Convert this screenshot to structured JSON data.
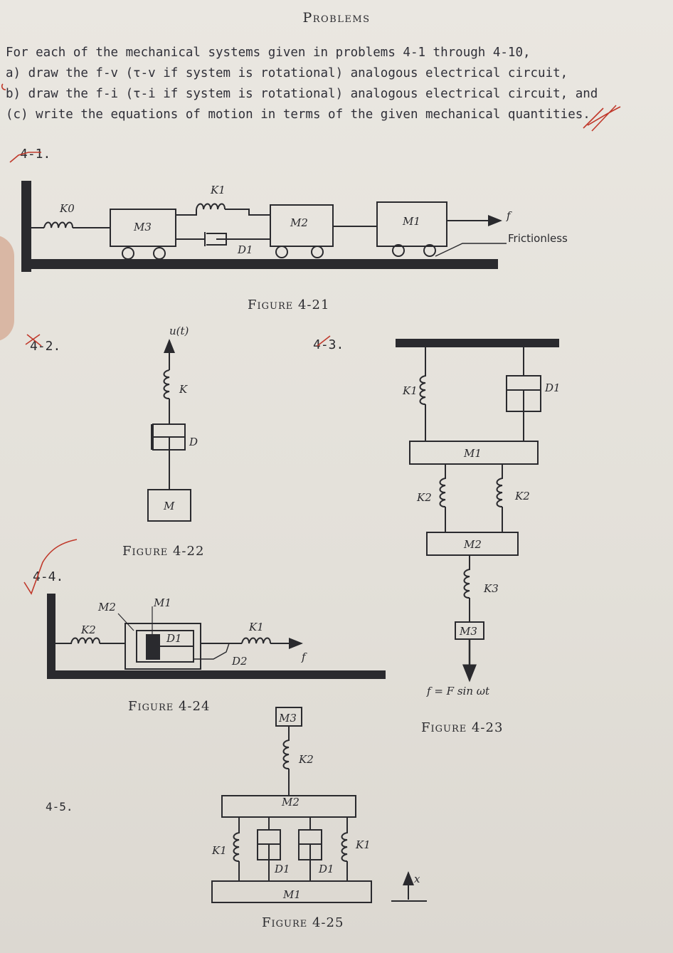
{
  "heading": "Problems",
  "instructions": [
    "For each of the mechanical systems given in problems 4-1 through 4-10,",
    "a) draw the f-v (τ-v if system is rotational) analogous electrical circuit,",
    "b) draw the f-i (τ-i if system is rotational) analogous electrical circuit, and",
    "(c) write the equations of motion in terms of the given mechanical quantities."
  ],
  "problem_labels": [
    "4-1.",
    "4-2.",
    "4-3.",
    "4-4.",
    "4-5."
  ],
  "figures": {
    "fig21": {
      "caption": "Figure 4-21",
      "labels": {
        "k0": "K0",
        "k1": "K1",
        "m3": "M3",
        "m2": "M2",
        "m1": "M1",
        "d1": "D1",
        "f": "f",
        "frictionless": "Frictionless"
      }
    },
    "fig22": {
      "caption": "Figure 4-22",
      "labels": {
        "u": "u(t)",
        "k": "K",
        "d": "D",
        "m": "M"
      }
    },
    "fig23": {
      "caption": "Figure 4-23",
      "labels": {
        "k1": "K1",
        "d1": "D1",
        "m1": "M1",
        "k2a": "K2",
        "k2b": "K2",
        "m2": "M2",
        "k3": "K3",
        "m3": "M3",
        "force": "f = F sin ωt"
      }
    },
    "fig24": {
      "caption": "Figure 4-24",
      "labels": {
        "m2": "M2",
        "m1": "M1",
        "k2": "K2",
        "d1": "D1",
        "k1": "K1",
        "d2": "D2",
        "f": "f"
      }
    },
    "fig25": {
      "caption": "Figure 4-25",
      "labels": {
        "m3": "M3",
        "k2": "K2",
        "m2": "M2",
        "k1a": "K1",
        "k1b": "K1",
        "d1a": "D1",
        "d1b": "D1",
        "m1": "M1",
        "x": "x"
      }
    }
  },
  "colors": {
    "ink": "#2a2a2e",
    "pen": "#c0392b",
    "paper": "#e6e3dd"
  }
}
